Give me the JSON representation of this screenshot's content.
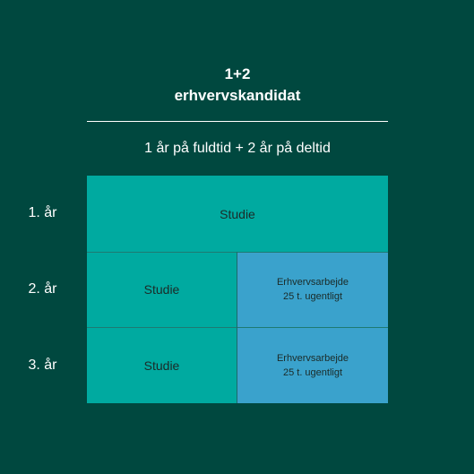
{
  "header": {
    "title_line1": "1+2",
    "title_line2": "erhvervskandidat",
    "subtitle": "1 år på fuldtid + 2 år på deltid"
  },
  "rows": [
    {
      "label": "1. år",
      "study": "Studie"
    },
    {
      "label": "2. år",
      "study": "Studie",
      "work_line1": "Erhvervsarbejde",
      "work_line2": "25 t. ugentligt"
    },
    {
      "label": "3. år",
      "study": "Studie",
      "work_line1": "Erhvervsarbejde",
      "work_line2": "25 t. ugentligt"
    }
  ],
  "colors": {
    "background": "#00483f",
    "study": "#00aaa0",
    "work": "#3aa2cc",
    "text_dark": "#1b2b28"
  }
}
